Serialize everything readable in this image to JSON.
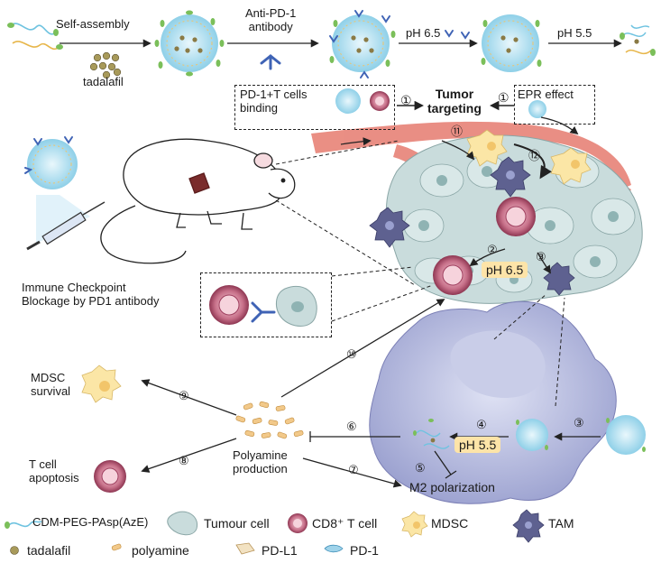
{
  "top_row": {
    "self_assembly": "Self-assembly",
    "tadalafil": "tadalafil",
    "anti_pd1": "Anti-PD-1\nantibody",
    "ph65": "pH 6.5",
    "ph55": "pH 5.5"
  },
  "targeting": {
    "pd1_binding": "PD-1+T cells\nbinding",
    "tumor_targeting": "Tumor\ntargeting",
    "epr": "EPR effect",
    "step1a": "①",
    "step1b": "①"
  },
  "tumor": {
    "step11": "⑪",
    "step12": "⑫",
    "step2": "②",
    "step3a": "③",
    "ph65": "pH 6.5"
  },
  "checkpoint": {
    "title": "Immune Checkpoint\nBlockage by PD1 antibody"
  },
  "mechanism": {
    "mdsc_survival": "MDSC\nsurvival",
    "tcell_apoptosis": "T cell\napoptosis",
    "polyamine_production": "Polyamine\nproduction",
    "m2_polarization": "M2 polarization",
    "ph55": "pH 5.5",
    "step3b": "③",
    "step4": "④",
    "step5": "⑤",
    "step6": "⑥",
    "step7": "⑦",
    "step8": "⑧",
    "step9": "⑨",
    "step10": "⑩"
  },
  "legend": {
    "items": [
      {
        "label": "CDM-PEG-PAsp(AzE)",
        "icon": "polymer-icon"
      },
      {
        "label": "Tumour cell",
        "icon": "tumour-cell-icon"
      },
      {
        "label": "CD8⁺ T cell",
        "icon": "t-cell-icon"
      },
      {
        "label": "MDSC",
        "icon": "mdsc-icon"
      },
      {
        "label": "TAM",
        "icon": "tam-icon"
      },
      {
        "label": "tadalafil",
        "icon": "tadalafil-icon"
      },
      {
        "label": "polyamine",
        "icon": "polyamine-icon"
      },
      {
        "label": "PD-L1",
        "icon": "pdl1-icon"
      },
      {
        "label": "PD-1",
        "icon": "pd1-icon"
      }
    ]
  },
  "colors": {
    "vessel": "#e8857a",
    "tumour": "#c9dcdc",
    "tcell": "#c8718a",
    "mdsc": "#fbe6a6",
    "tam": "#5e6190",
    "macrophage": "#a9aed6",
    "micelle": "#9bd6ea",
    "highlight": "#fde4a8"
  }
}
